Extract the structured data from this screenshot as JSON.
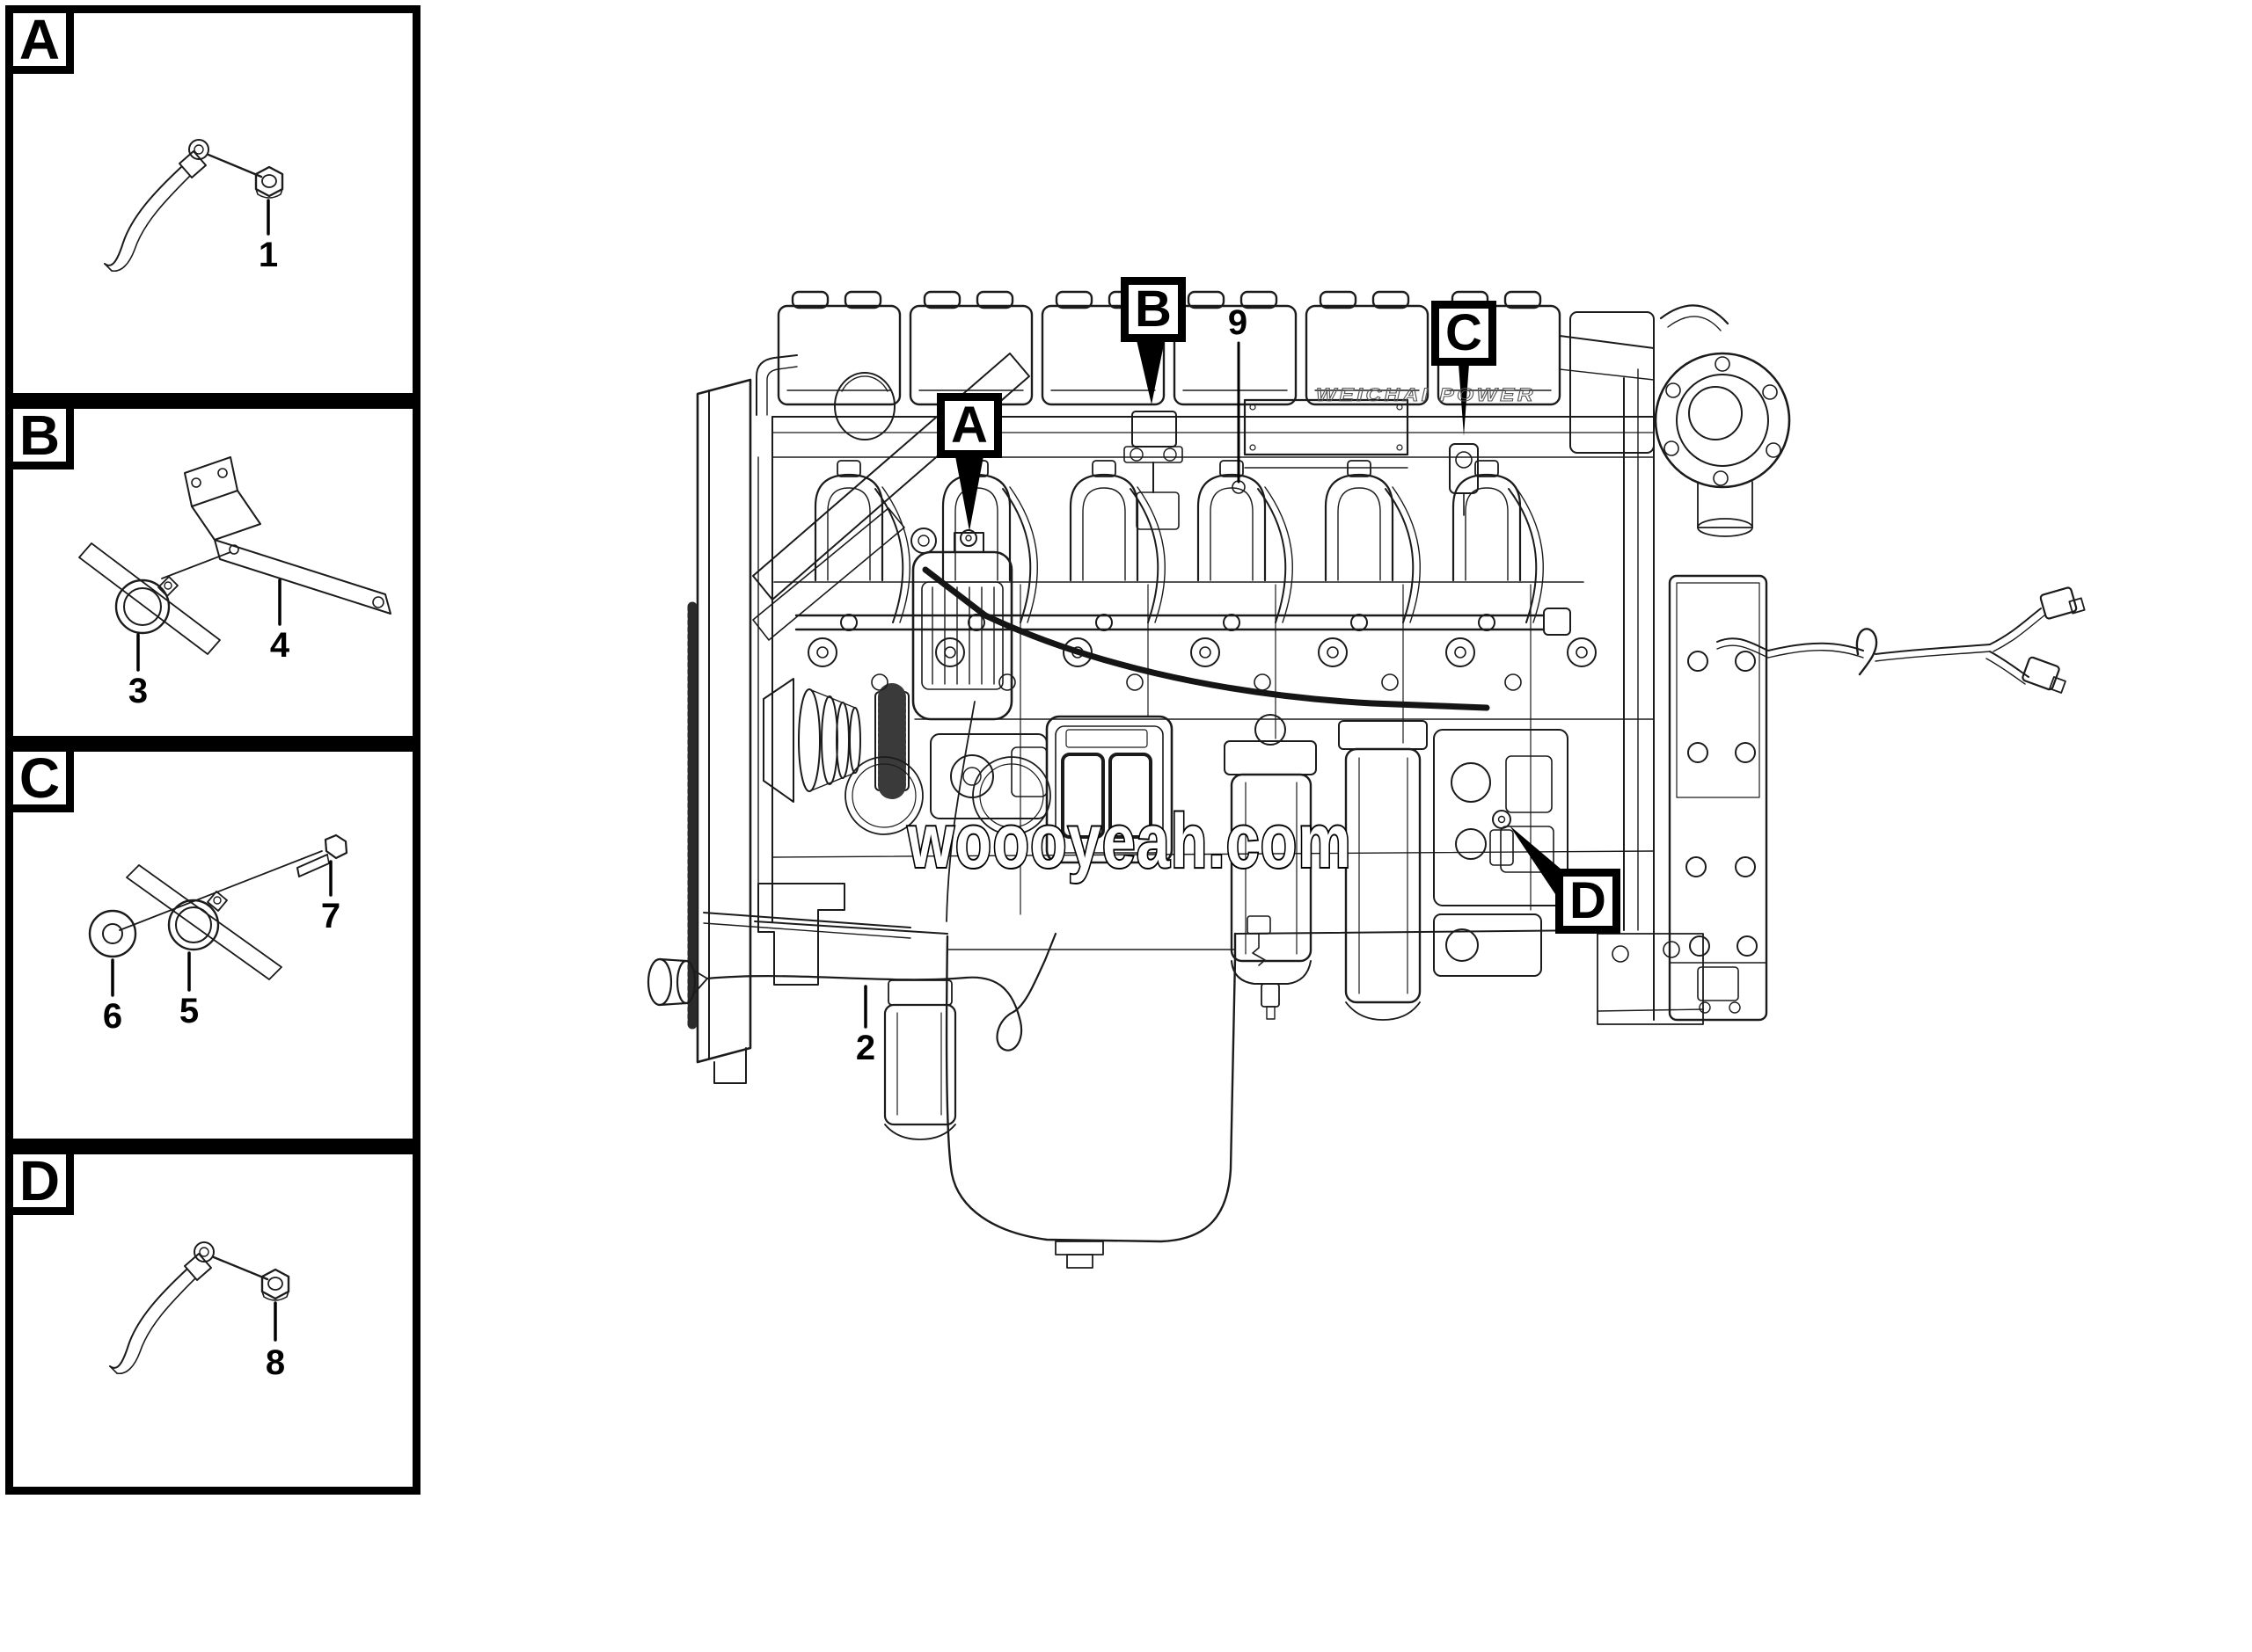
{
  "colors": {
    "line": "#1b1b1b",
    "ink": "#000000",
    "background": "#ffffff"
  },
  "sidebar": {
    "panels": [
      {
        "id": "A",
        "label": "A",
        "callouts": [
          "1"
        ]
      },
      {
        "id": "B",
        "label": "B",
        "callouts": [
          "3",
          "4"
        ]
      },
      {
        "id": "C",
        "label": "C",
        "callouts": [
          "6",
          "5",
          "7"
        ]
      },
      {
        "id": "D",
        "label": "D",
        "callouts": [
          "8"
        ]
      }
    ]
  },
  "main": {
    "callout_boxes": [
      {
        "label": "A"
      },
      {
        "label": "B"
      },
      {
        "label": "C"
      },
      {
        "label": "D"
      }
    ],
    "part_labels": [
      {
        "number": "9"
      },
      {
        "number": "2"
      }
    ],
    "watermark": "woooyeah.com",
    "engine_embossed_text": "WEICHAI POWER"
  }
}
